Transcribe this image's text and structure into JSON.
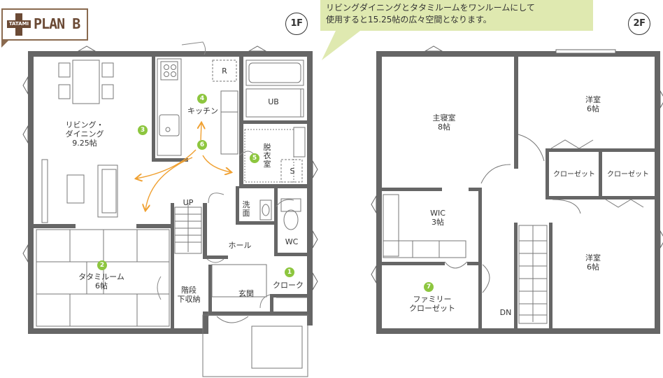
{
  "logo": {
    "tag": "TATAMI",
    "title": "PLAN B"
  },
  "callout": {
    "line1": "リビングダイニングとタタミルームをワンルームにして",
    "line2": "使用すると15.25帖の広々空間となります。"
  },
  "floors": {
    "first": "1F",
    "second": "2F"
  },
  "rooms_1f": {
    "living": {
      "line1": "リビング・",
      "line2": "ダイニング",
      "line3": "9.25帖"
    },
    "kitchen": "キッチン",
    "fridge": "R",
    "bath": "UB",
    "dressing": "脱衣室",
    "storage_s": "S",
    "tatami": {
      "line1": "タタミルーム",
      "line2": "6帖"
    },
    "wash": "洗面",
    "wc": "WC",
    "hall": "ホール",
    "closet": "クローク",
    "entrance": "玄関",
    "stair_storage": {
      "line1": "階段",
      "line2": "下収納"
    },
    "up": "UP"
  },
  "rooms_2f": {
    "master": {
      "line1": "主寝室",
      "line2": "8帖"
    },
    "western_top": {
      "line1": "洋室",
      "line2": "6帖"
    },
    "western_bottom": {
      "line1": "洋室",
      "line2": "6帖"
    },
    "closet_a": "クローゼット",
    "closet_b": "クローゼット",
    "wic": {
      "line1": "WIC",
      "line2": "3帖"
    },
    "family_closet": {
      "line1": "ファミリー",
      "line2": "クローゼット"
    },
    "down": "DN"
  },
  "badges": [
    "1",
    "2",
    "3",
    "4",
    "5",
    "6",
    "7"
  ],
  "colors": {
    "wall": "#666666",
    "accent": "#8dc63f",
    "arrow": "#f0a030",
    "brand": "#6b4a35",
    "callout": "#dfe9b0"
  }
}
